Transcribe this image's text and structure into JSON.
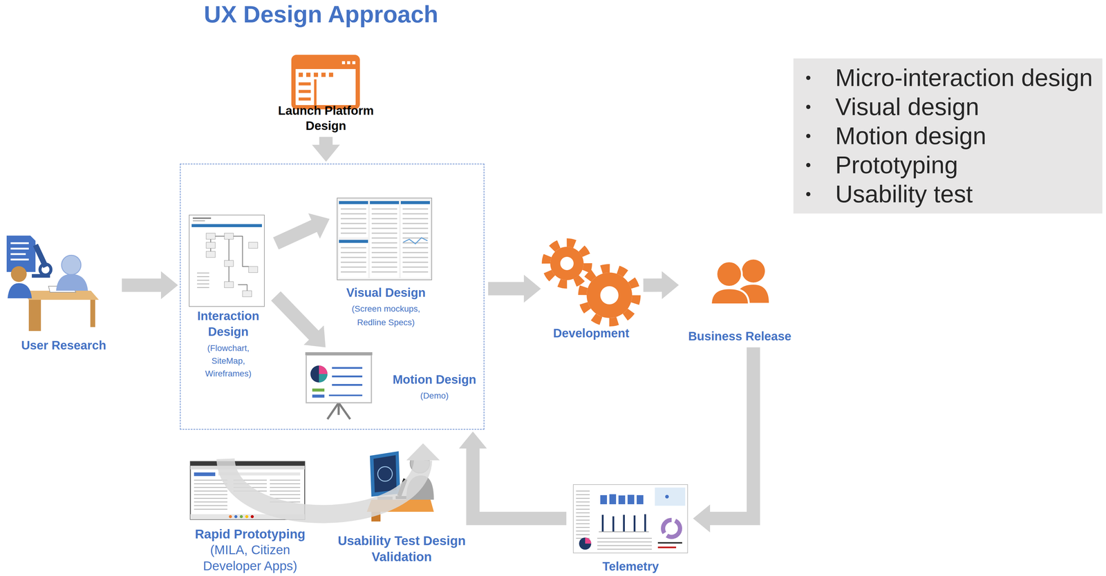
{
  "diagram": {
    "title": "UX Design Approach",
    "nodes": [
      {
        "text": [
          "Launch Platform Design"
        ]
      },
      {
        "text": [
          "User Research"
        ]
      },
      {
        "text": []
      },
      {
        "text": [
          "Interaction Design",
          "(Flowchart, SiteMap, Wireframes)"
        ],
        "in": 2
      },
      {
        "text": [
          "Visual Design",
          "(Screen mockups, Redline Specs)"
        ],
        "in": 2
      },
      {
        "text": [
          "Motion Design",
          "(Demo)"
        ],
        "in": 2
      },
      {
        "text": [
          "Development"
        ]
      },
      {
        "text": [
          "Business Release"
        ]
      },
      {
        "text": [
          "Rapid Prototyping",
          "(MILA, Citizen Developer Apps)"
        ]
      },
      {
        "text": [
          "Usability Test Design Validation"
        ]
      },
      {
        "text": [
          "Telemetry"
        ]
      },
      {
        "text": [
          "Micro-interaction design",
          "Visual design",
          "Motion design",
          "Prototyping",
          "Usability test"
        ]
      }
    ],
    "edges": [
      {
        "from": 0,
        "to": 2,
        "arrow": "to"
      },
      {
        "from": 1,
        "to": 2,
        "arrow": "to"
      },
      {
        "from": 3,
        "to": 4,
        "arrow": "to"
      },
      {
        "from": 3,
        "to": 5,
        "arrow": "to"
      },
      {
        "from": 2,
        "to": 6,
        "arrow": "to"
      },
      {
        "from": 6,
        "to": 7,
        "arrow": "to"
      },
      {
        "from": 7,
        "to": 10,
        "arrow": "to"
      },
      {
        "from": 10,
        "to": 2,
        "arrow": "to"
      },
      {
        "from": 8,
        "to": 9,
        "arrow": "to"
      }
    ]
  }
}
